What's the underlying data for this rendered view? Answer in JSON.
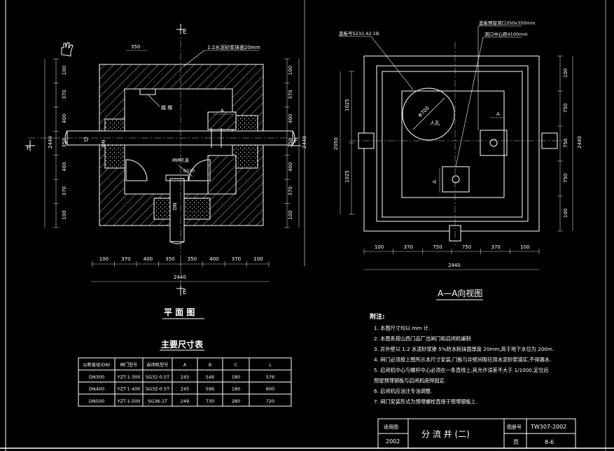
{
  "plan": {
    "title": "平 面 图",
    "section_mark_top": "E",
    "section_mark_bottom": "E",
    "section_mark_left": "F",
    "section_mark_right": "F",
    "note_mortar": "1:2水泥砂浆抹面20mm",
    "dim_350_top": "350",
    "label_ladder": "踏 梯",
    "label_a": "A",
    "label_valve": "闸阀孔盖",
    "label_d100": "D100",
    "label_dn_left": "DN",
    "label_dn_bottom": "DN",
    "label_d_left": "D",
    "left_dims": [
      "100",
      "370",
      "400",
      "350",
      "400",
      "370",
      "100"
    ],
    "left_total": "2440",
    "right_dims": [
      "100",
      "370",
      "400",
      "350",
      "400",
      "370",
      "100"
    ],
    "right_total": "2440",
    "bottom_dims": [
      "100",
      "370",
      "400",
      "350",
      "350",
      "400",
      "370",
      "100"
    ],
    "bottom_total": "2440"
  },
  "section": {
    "title": "A—A向视图",
    "label_cover": "盖板号S232,42-1B",
    "label_slab": "盖板预留洞口350x350mm",
    "label_center": "洞口中心距4100mm",
    "label_manhole": "人孔",
    "label_phi": "Φ700",
    "label_a1": "A",
    "label_a2": "A",
    "left_dims": [
      "1025",
      "1025"
    ],
    "left_total": "2050",
    "right_dims": [
      "100",
      "750",
      "750",
      "750",
      "100"
    ],
    "right_total": "2440",
    "bottom_dims": [
      "100",
      "370",
      "750",
      "750",
      "370",
      "100"
    ],
    "bottom_total": "2440"
  },
  "table": {
    "title": "主要尺寸表",
    "headers": [
      "公称直径(DN)",
      "闸门型号",
      "启闭机型号",
      "A",
      "B",
      "C",
      "L"
    ],
    "rows": [
      [
        "DN300",
        "YZT-1-300",
        "SG32-0.5T",
        "245",
        "546",
        "180",
        "576"
      ],
      [
        "DN400",
        "YZT-1-400",
        "SG32-0.5T",
        "245",
        "596",
        "180",
        "600"
      ],
      [
        "DN500",
        "YZT-1-500",
        "SG36-1T",
        "249",
        "730",
        "280",
        "720"
      ]
    ]
  },
  "notes": {
    "title": "附注:",
    "items": [
      "1.  本图尺寸均以 mm 计.",
      "2.  本图系按山西门品厂出闸门和启闭机编制",
      "3.  井外壁以 1:2 水泥砂浆掺 5%防水粉抹面厚度 20mm,高于地下水位为 200m.",
      "4.  闸门必须按上图所示本尺寸安装,门板与井壁间隙应用水泥砂浆填实,不得漏水.",
      "5.  启闭机中心与螺杆中心必须在一条直线上,其允许误差不大于 1/1000,定位后",
      "     预留预埋钢板与启闭机座焊固定.",
      "6.  启闭机应油注专油调整.",
      "7.  闸门安装形式为预埋螺栓直接于预埋钢板上."
    ]
  },
  "titleblock": {
    "applicable_label": "适用图",
    "year": "2002",
    "drawing_title": "分 流 井 (二)",
    "drawing_no_label": "图册号",
    "drawing_no": "TW307-2002",
    "page_label": "页",
    "page_no": "8-6"
  }
}
